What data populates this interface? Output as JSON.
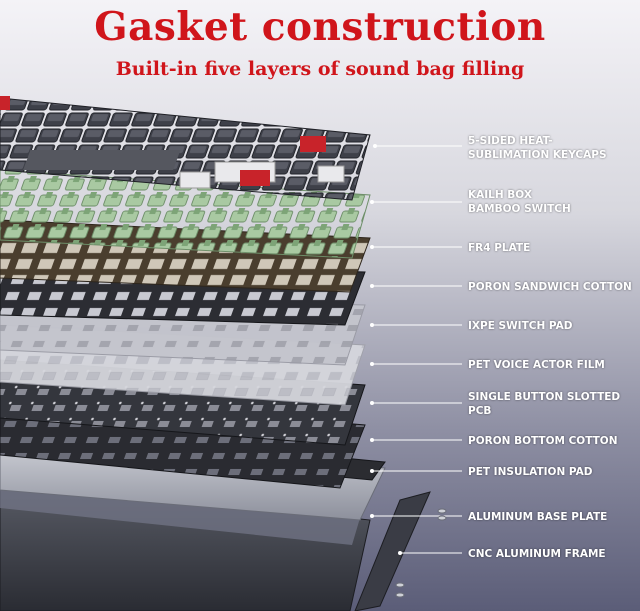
{
  "header": {
    "title": "Gasket construction",
    "subtitle": "Built-in five layers of sound bag filling"
  },
  "layers": [
    {
      "line1": "5-SIDED HEAT-",
      "line2": "SUBLIMATION KEYCAPS"
    },
    {
      "line1": "KAILH BOX",
      "line2": "BAMBOO SWITCH"
    },
    {
      "line1": "FR4 PLATE",
      "line2": ""
    },
    {
      "line1": "PORON SANDWICH COTTON",
      "line2": ""
    },
    {
      "line1": "IXPE SWITCH PAD",
      "line2": ""
    },
    {
      "line1": "PET VOICE ACTOR FILM",
      "line2": ""
    },
    {
      "line1": "SINGLE BUTTON SLOTTED",
      "line2": "PCB"
    },
    {
      "line1": "PORON BOTTOM COTTON",
      "line2": ""
    },
    {
      "line1": "PET INSULATION PAD",
      "line2": ""
    },
    {
      "line1": "ALUMINUM BASE PLATE",
      "line2": ""
    },
    {
      "line1": "CNC ALUMINUM FRAME",
      "line2": ""
    }
  ],
  "colors": {
    "title": "#d0151b",
    "keycap_dark": "#3e4049",
    "keycap_light": "#e9e9ec",
    "keycap_red": "#c8232a",
    "switch_green": "#8fb88a",
    "fr4_plate": "#4a3e2e",
    "aluminum": "#b9bcc4"
  }
}
